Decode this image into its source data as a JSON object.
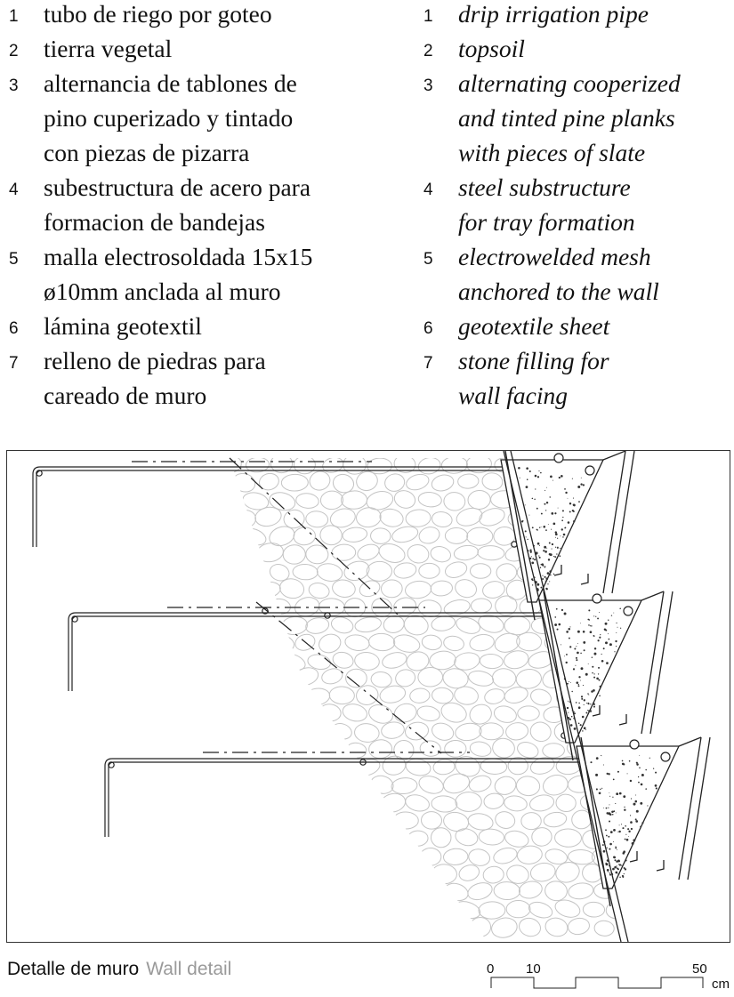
{
  "legend": {
    "es": [
      {
        "num": "1",
        "text": "tubo de riego por goteo"
      },
      {
        "num": "2",
        "text": "tierra vegetal"
      },
      {
        "num": "3",
        "text": "alternancia de tablones de\npino cuperizado y tintado\ncon piezas de pizarra"
      },
      {
        "num": "4",
        "text": "subestructura de acero para\nformacion de bandejas"
      },
      {
        "num": "5",
        "text": "malla electrosoldada 15x15\nø10mm anclada al muro"
      },
      {
        "num": "6",
        "text": "lámina geotextil"
      },
      {
        "num": "7",
        "text": "relleno de piedras para\ncareado de muro"
      }
    ],
    "en": [
      {
        "num": "1",
        "text": "drip irrigation pipe"
      },
      {
        "num": "2",
        "text": "topsoil"
      },
      {
        "num": "3",
        "text": "alternating cooperized\nand tinted pine planks\nwith pieces of slate"
      },
      {
        "num": "4",
        "text": "steel substructure\nfor tray formation"
      },
      {
        "num": "5",
        "text": "electrowelded mesh\nanchored to the wall"
      },
      {
        "num": "6",
        "text": "geotextile sheet"
      },
      {
        "num": "7",
        "text": "stone filling for\nwall facing"
      }
    ]
  },
  "caption": {
    "es": "Detalle de muro",
    "en": "Wall detail"
  },
  "scale_bar": {
    "tick_0": "0",
    "tick_10": "10",
    "tick_50": "50",
    "unit": "cm"
  },
  "colors": {
    "line": "#222222",
    "stone": "#c4c4c4",
    "soil_dot": "#333333"
  }
}
